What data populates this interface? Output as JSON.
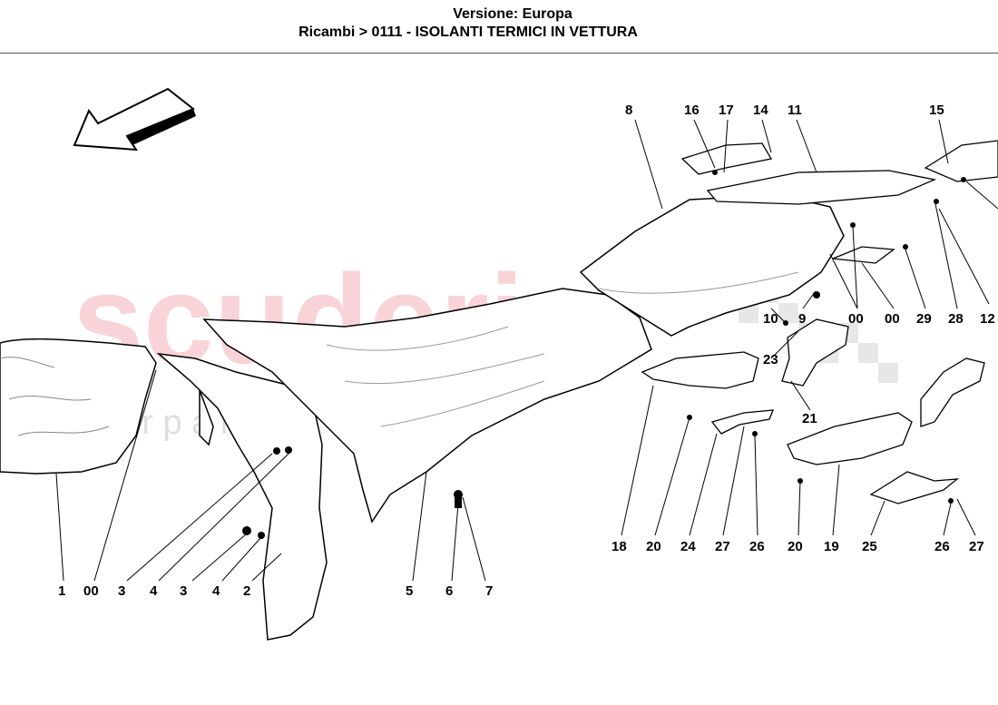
{
  "header": {
    "version_line": "Versione: Europa",
    "path_line": "Ricambi > 0111 - ISOLANTI TERMICI IN VETTURA"
  },
  "watermark": {
    "main": "scuderia",
    "sub": "c a r   p a r t s",
    "color": "#f4b8bf"
  },
  "icons": {
    "direction_arrow": "front-direction-arrow-icon"
  },
  "callouts": [
    "1",
    "00",
    "3",
    "4",
    "3",
    "4",
    "2",
    "5",
    "6",
    "7",
    "8",
    "16",
    "17",
    "14",
    "11",
    "15",
    "10",
    "9",
    "00",
    "00",
    "29",
    "28",
    "12",
    "23",
    "21",
    "18",
    "20",
    "24",
    "27",
    "26",
    "20",
    "19",
    "25",
    "26",
    "27"
  ]
}
